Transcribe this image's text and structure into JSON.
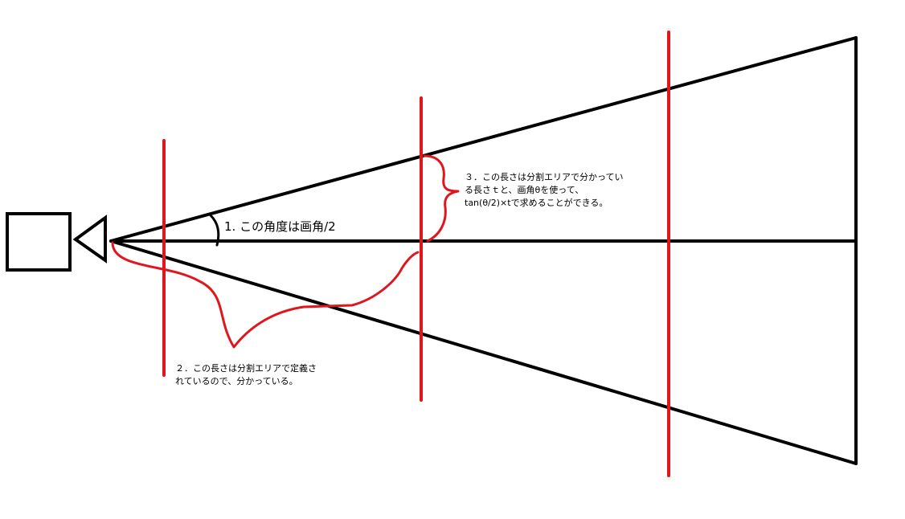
{
  "colors": {
    "background": "#ffffff",
    "frustum": "#000000",
    "split_planes": "#e0161e",
    "braces": "#e0161e",
    "text": "#000000"
  },
  "icons": {
    "camera_body": "square-icon",
    "camera_lens": "triangle-icon"
  },
  "annotations": {
    "angle_note": "1. この角度は画角/2",
    "known_length_note": [
      "２．この長さは分割エリアで定義さ",
      "れているので、分かっている。"
    ],
    "tan_length_note": [
      "３．この長さは分割エリアで分かってい",
      "る長さｔと、画角θを使って、",
      "tan(θ/2)×tで求めることができる。"
    ]
  }
}
